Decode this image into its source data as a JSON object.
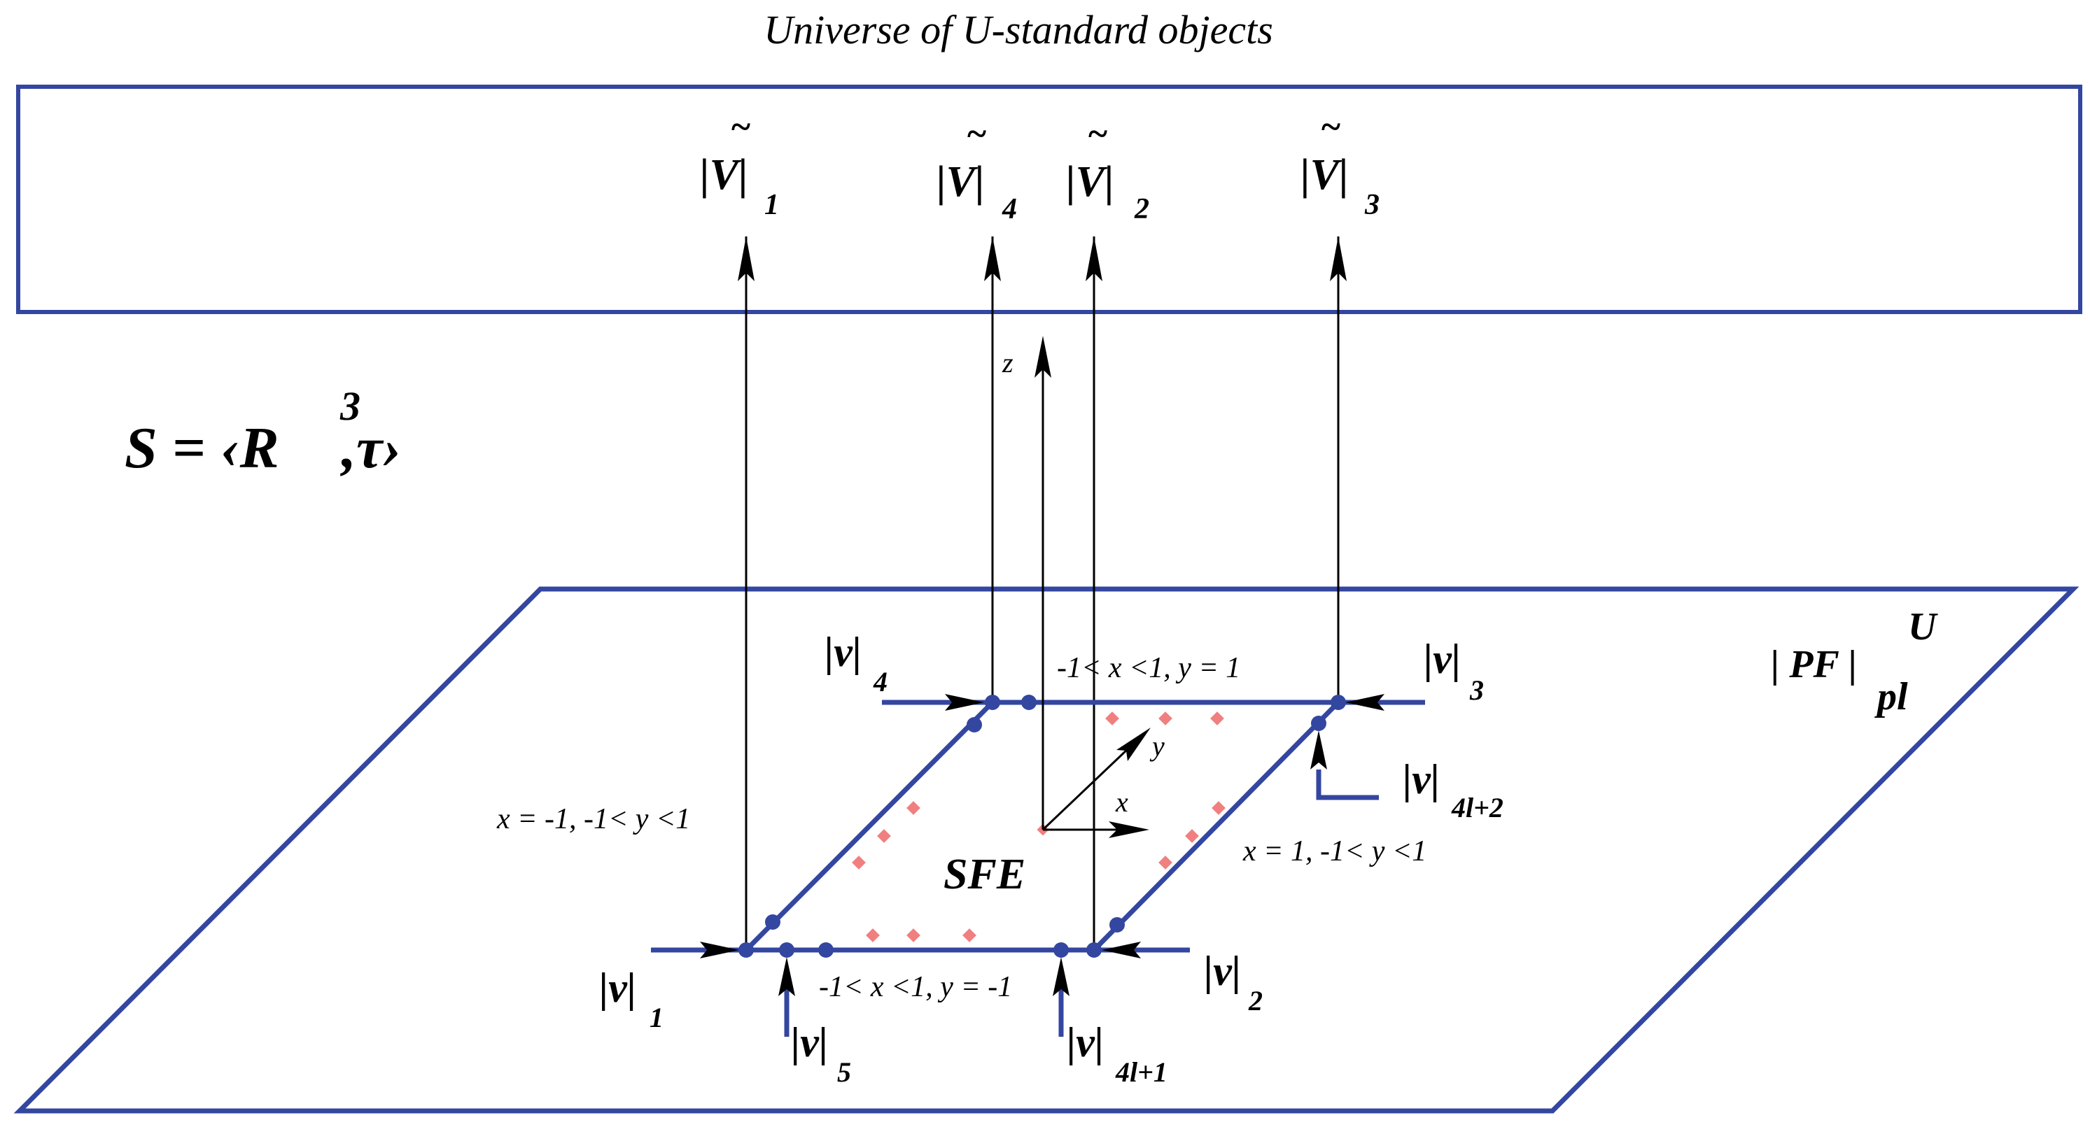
{
  "title": "Universe of U-standard objects",
  "system_label": {
    "S": "S = ",
    "open": "‹",
    "R": "R",
    "exp": "3",
    "comma_tau": ",τ",
    "close": "›"
  },
  "plane_label": {
    "bars": "| PF |",
    "sup": "U",
    "sub": "pl"
  },
  "region_label": "SFE",
  "upper_nodes": [
    {
      "tilde": "~",
      "base": "|V|",
      "index": "1"
    },
    {
      "tilde": "~",
      "base": "|V|",
      "index": "4"
    },
    {
      "tilde": "~",
      "base": "|V|",
      "index": "2"
    },
    {
      "tilde": "~",
      "base": "|V|",
      "index": "3"
    }
  ],
  "lower_nodes": [
    {
      "base": "|v|",
      "index": "1"
    },
    {
      "base": "|v|",
      "index": "2"
    },
    {
      "base": "|v|",
      "index": "3"
    },
    {
      "base": "|v|",
      "index": "4"
    },
    {
      "base": "|v|",
      "index": "5"
    },
    {
      "base": "|v|",
      "index": "4l+1"
    },
    {
      "base": "|v|",
      "index": "4l+2"
    }
  ],
  "edge_conditions": {
    "top": "-1< x <1, y = 1",
    "bottom": "-1< x <1, y = -1",
    "left": "x = -1, -1< y <1",
    "right": "x = 1, -1< y <1"
  },
  "axes": {
    "z": "z",
    "y": "y",
    "x": "x"
  },
  "colors": {
    "frame": "#3346a0",
    "arrows": "#000000",
    "interior_points": "#f08080"
  }
}
